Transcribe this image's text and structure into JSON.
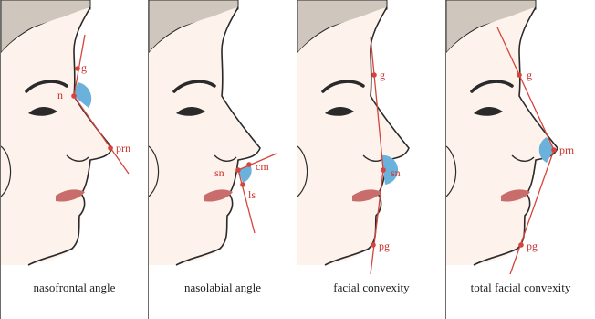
{
  "colors": {
    "accent_red": "#d6443b",
    "angle_blue": "#6ab2dc",
    "skin": "#fdf3ec",
    "hair": "#cfc7bd",
    "outline": "#2a2a2a",
    "lips": "#c86d6b"
  },
  "panels": [
    {
      "caption": "nasofrontal angle",
      "landmarks": {
        "g": "g",
        "n": "n",
        "prn": "prn"
      }
    },
    {
      "caption": "nasolabial angle",
      "landmarks": {
        "sn": "sn",
        "cm": "cm",
        "ls": "ls"
      }
    },
    {
      "caption": "facial convexity",
      "landmarks": {
        "g": "g",
        "sn": "sn",
        "pg": "pg"
      }
    },
    {
      "caption": "total facial convexity",
      "landmarks": {
        "g": "g",
        "prn": "prn",
        "pg": "pg"
      }
    }
  ]
}
